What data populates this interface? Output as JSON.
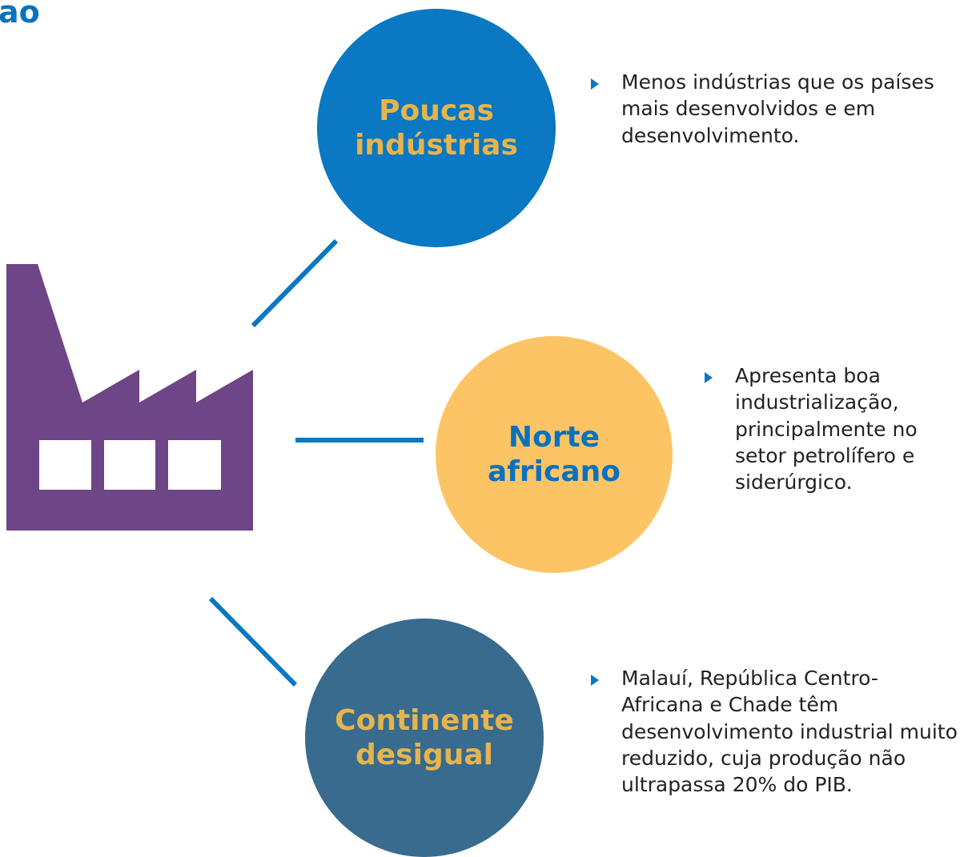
{
  "title_fragment": "ao",
  "colors": {
    "title": "#0a72bd",
    "connector": "#0a78c2",
    "factory": "#6e4586",
    "circle_1": "#0a78c2",
    "circle_2": "#fdc466",
    "circle_3": "#386b8e",
    "bullet_arrow": "#0a78c2"
  },
  "icons": {
    "factory": "factory-icon",
    "bullet": "triangle-right-icon"
  },
  "nodes": [
    {
      "title_lines": [
        "Poucas",
        "indústrias"
      ],
      "text": "Menos indústrias que os países mais desenvolvidos e em desenvolvimento."
    },
    {
      "title_lines": [
        "Norte",
        "africano"
      ],
      "text": "Apresenta boa industrialização, principalmente no setor petrolífero e siderúrgico."
    },
    {
      "title_lines": [
        "Continente",
        "desigual"
      ],
      "text": "Malauí, República Centro-Africana e Chade têm desenvolvimento industrial muito reduzido, cuja produção não ultrapassa 20% do PIB."
    }
  ]
}
